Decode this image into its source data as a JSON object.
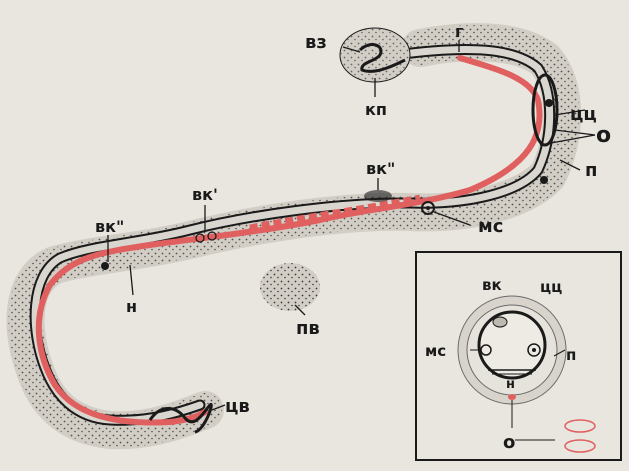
{
  "colors": {
    "paper": "#e9e6e0",
    "sheath": "#d2cec6",
    "ink": "#1a1a1a",
    "red": "#e0605f",
    "stipple": "#3a3a3a"
  },
  "labels": {
    "g": "г",
    "vz": "вз",
    "kp": "кп",
    "tsts": "цц",
    "o": "о",
    "p": "п",
    "vk2_top": "вк\"",
    "ms": "мс",
    "vk1": "вк'",
    "vk2_left": "вк\"",
    "n": "н",
    "pv": "пв",
    "tsv": "цв"
  },
  "inset_labels": {
    "vk": "вк",
    "tsts": "цц",
    "ms": "мс",
    "p": "п",
    "n": "н",
    "o": "о"
  }
}
